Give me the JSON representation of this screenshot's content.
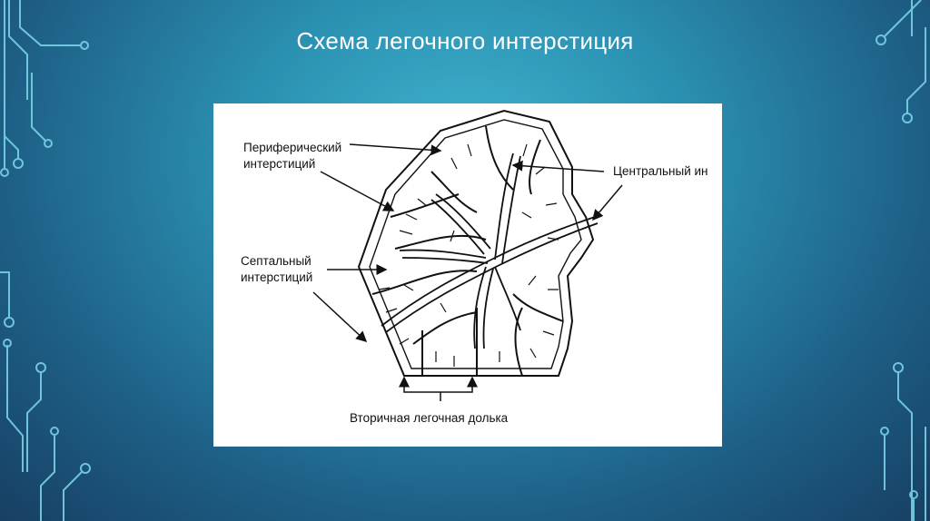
{
  "slide": {
    "title": "Схема легочного интерстиция"
  },
  "diagram": {
    "labels": {
      "peripheral_line1": "Периферический",
      "peripheral_line2": "интерстиций",
      "central": "Центральный ин",
      "septal_line1": "Септальный",
      "septal_line2": "интерстиций",
      "lobule": "Вторичная легочная долька"
    }
  },
  "colors": {
    "circuit": "#7fd8ec",
    "figure_bg": "#ffffff",
    "ink": "#111111"
  }
}
